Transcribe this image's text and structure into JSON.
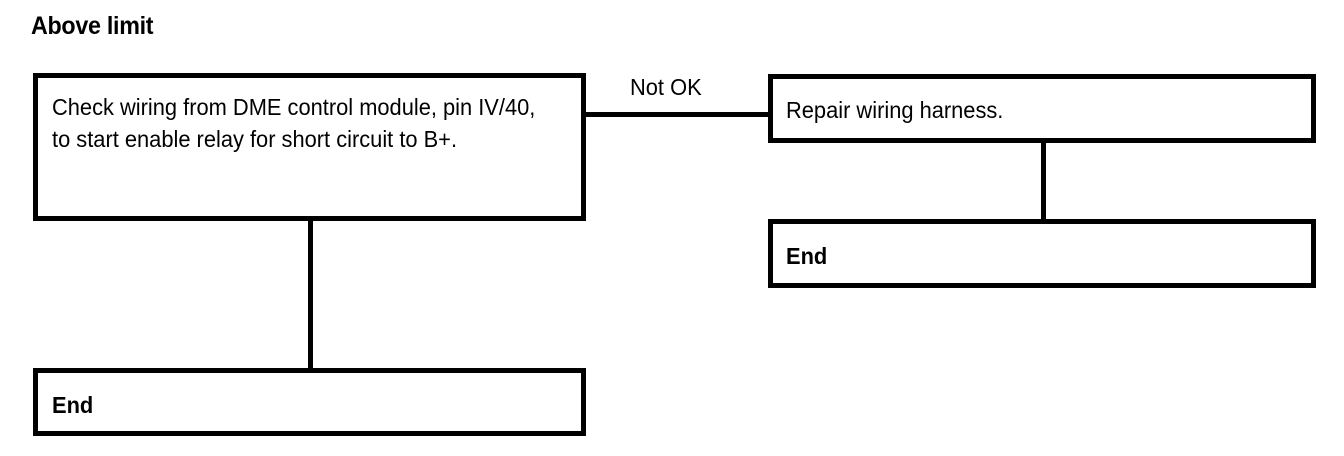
{
  "diagram": {
    "title": "Above limit",
    "type": "flowchart",
    "nodes": [
      {
        "id": "check",
        "label": "Check wiring from DME control module, pin IV/40, to start enable relay for short circuit to B+.",
        "bold": false
      },
      {
        "id": "end_left",
        "label": "End",
        "bold": true
      },
      {
        "id": "repair",
        "label": "Repair wiring harness.",
        "bold": false
      },
      {
        "id": "end_right",
        "label": "End",
        "bold": true
      }
    ],
    "edges": [
      {
        "id": "check_to_repair",
        "from": "check",
        "to": "repair",
        "label": "Not OK"
      },
      {
        "id": "check_to_end_left",
        "from": "check",
        "to": "end_left",
        "label": ""
      },
      {
        "id": "repair_to_end_right",
        "from": "repair",
        "to": "end_right",
        "label": ""
      }
    ],
    "colors": {
      "background": "#ffffff",
      "stroke": "#000000",
      "text": "#000000"
    }
  }
}
